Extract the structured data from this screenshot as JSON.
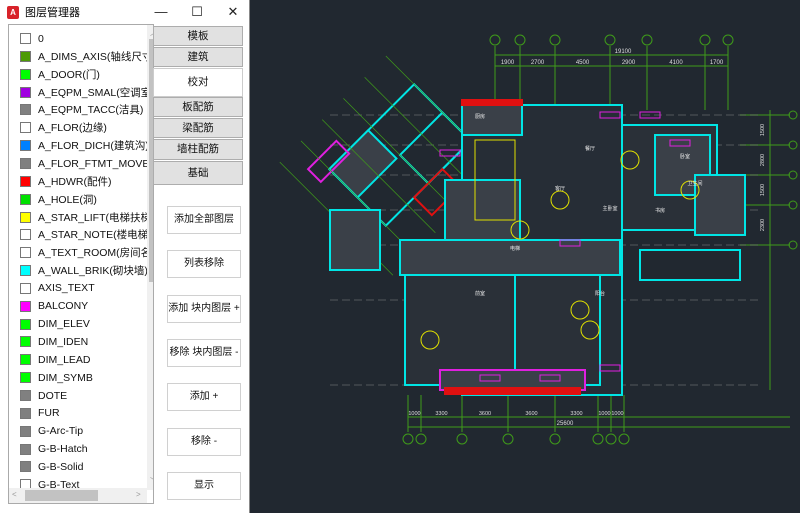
{
  "window": {
    "title": "图层管理器",
    "minimize": "—",
    "maximize": "☐",
    "close": "✕",
    "app_icon": "A"
  },
  "layers": [
    {
      "name": "0",
      "color": "#ffffff"
    },
    {
      "name": "A_DIMS_AXIS(轴线尺寸)",
      "color": "#4d9a06"
    },
    {
      "name": "A_DOOR(门)",
      "color": "#00ff00"
    },
    {
      "name": "A_EQPM_SMAL(空调室内",
      "color": "#a000e0"
    },
    {
      "name": "A_EQPM_TACC(洁具)",
      "color": "#808080"
    },
    {
      "name": "A_FLOR(边缘)",
      "color": "#ffffff"
    },
    {
      "name": "A_FLOR_DICH(建筑沟)",
      "color": "#0080ff"
    },
    {
      "name": "A_FLOR_FTMT_MOVE(可移",
      "color": "#808080"
    },
    {
      "name": "A_HDWR(配件)",
      "color": "#ff0000"
    },
    {
      "name": "A_HOLE(洞)",
      "color": "#00e000"
    },
    {
      "name": "A_STAR_LIFT(电梯扶梯)",
      "color": "#ffff00"
    },
    {
      "name": "A_STAR_NOTE(楼电梯编号",
      "color": "#ffffff"
    },
    {
      "name": "A_TEXT_ROOM(房间名)",
      "color": "#ffffff"
    },
    {
      "name": "A_WALL_BRIK(砌块墙)",
      "color": "#00ffff"
    },
    {
      "name": "AXIS_TEXT",
      "color": "#ffffff"
    },
    {
      "name": "BALCONY",
      "color": "#ff00ff"
    },
    {
      "name": "DIM_ELEV",
      "color": "#00ff00"
    },
    {
      "name": "DIM_IDEN",
      "color": "#00ff00"
    },
    {
      "name": "DIM_LEAD",
      "color": "#00ff00"
    },
    {
      "name": "DIM_SYMB",
      "color": "#00ff00"
    },
    {
      "name": "DOTE",
      "color": "#808080"
    },
    {
      "name": "FUR",
      "color": "#808080"
    },
    {
      "name": "G-Arc-Tip",
      "color": "#808080"
    },
    {
      "name": "G-B-Hatch",
      "color": "#808080"
    },
    {
      "name": "G-B-Solid",
      "color": "#808080"
    },
    {
      "name": "G-B-Text",
      "color": "#ffffff"
    }
  ],
  "tabs": [
    {
      "label": "模板"
    },
    {
      "label": "建筑"
    },
    {
      "label": "校对",
      "selected": true
    },
    {
      "label": "板配筋"
    },
    {
      "label": "梁配筋"
    },
    {
      "label": "墙柱配筋"
    },
    {
      "label": "基础"
    }
  ],
  "buttons": [
    {
      "label": "添加全部图层"
    },
    {
      "label": "列表移除"
    },
    {
      "label": "添加 块内图层 +"
    },
    {
      "label": "移除 块内图层 -"
    },
    {
      "label": "添加 +"
    },
    {
      "label": "移除 -"
    },
    {
      "label": "显示"
    }
  ],
  "drawing": {
    "top_total": "19100",
    "top_dims": [
      "1900",
      "2700",
      "4500",
      "2900",
      "4100",
      "1700"
    ],
    "bottom_dims": [
      "1000",
      "3300",
      "3600",
      "3600",
      "3300",
      "1000",
      "1000"
    ],
    "bottom_total": "25600",
    "right_dims": [
      "1500",
      "2800",
      "1500",
      "2300"
    ],
    "rooms": [
      "厨房",
      "卧室",
      "餐厅",
      "主卧室",
      "客厅",
      "卫生间",
      "书房",
      "阳台",
      "电梯",
      "前室"
    ],
    "colors": {
      "wall": "#00e5e5",
      "dim": "#3f9b1a",
      "tag": "#e020e0",
      "door": "#e0e000",
      "red": "#e01010",
      "bg": "#212830"
    }
  }
}
